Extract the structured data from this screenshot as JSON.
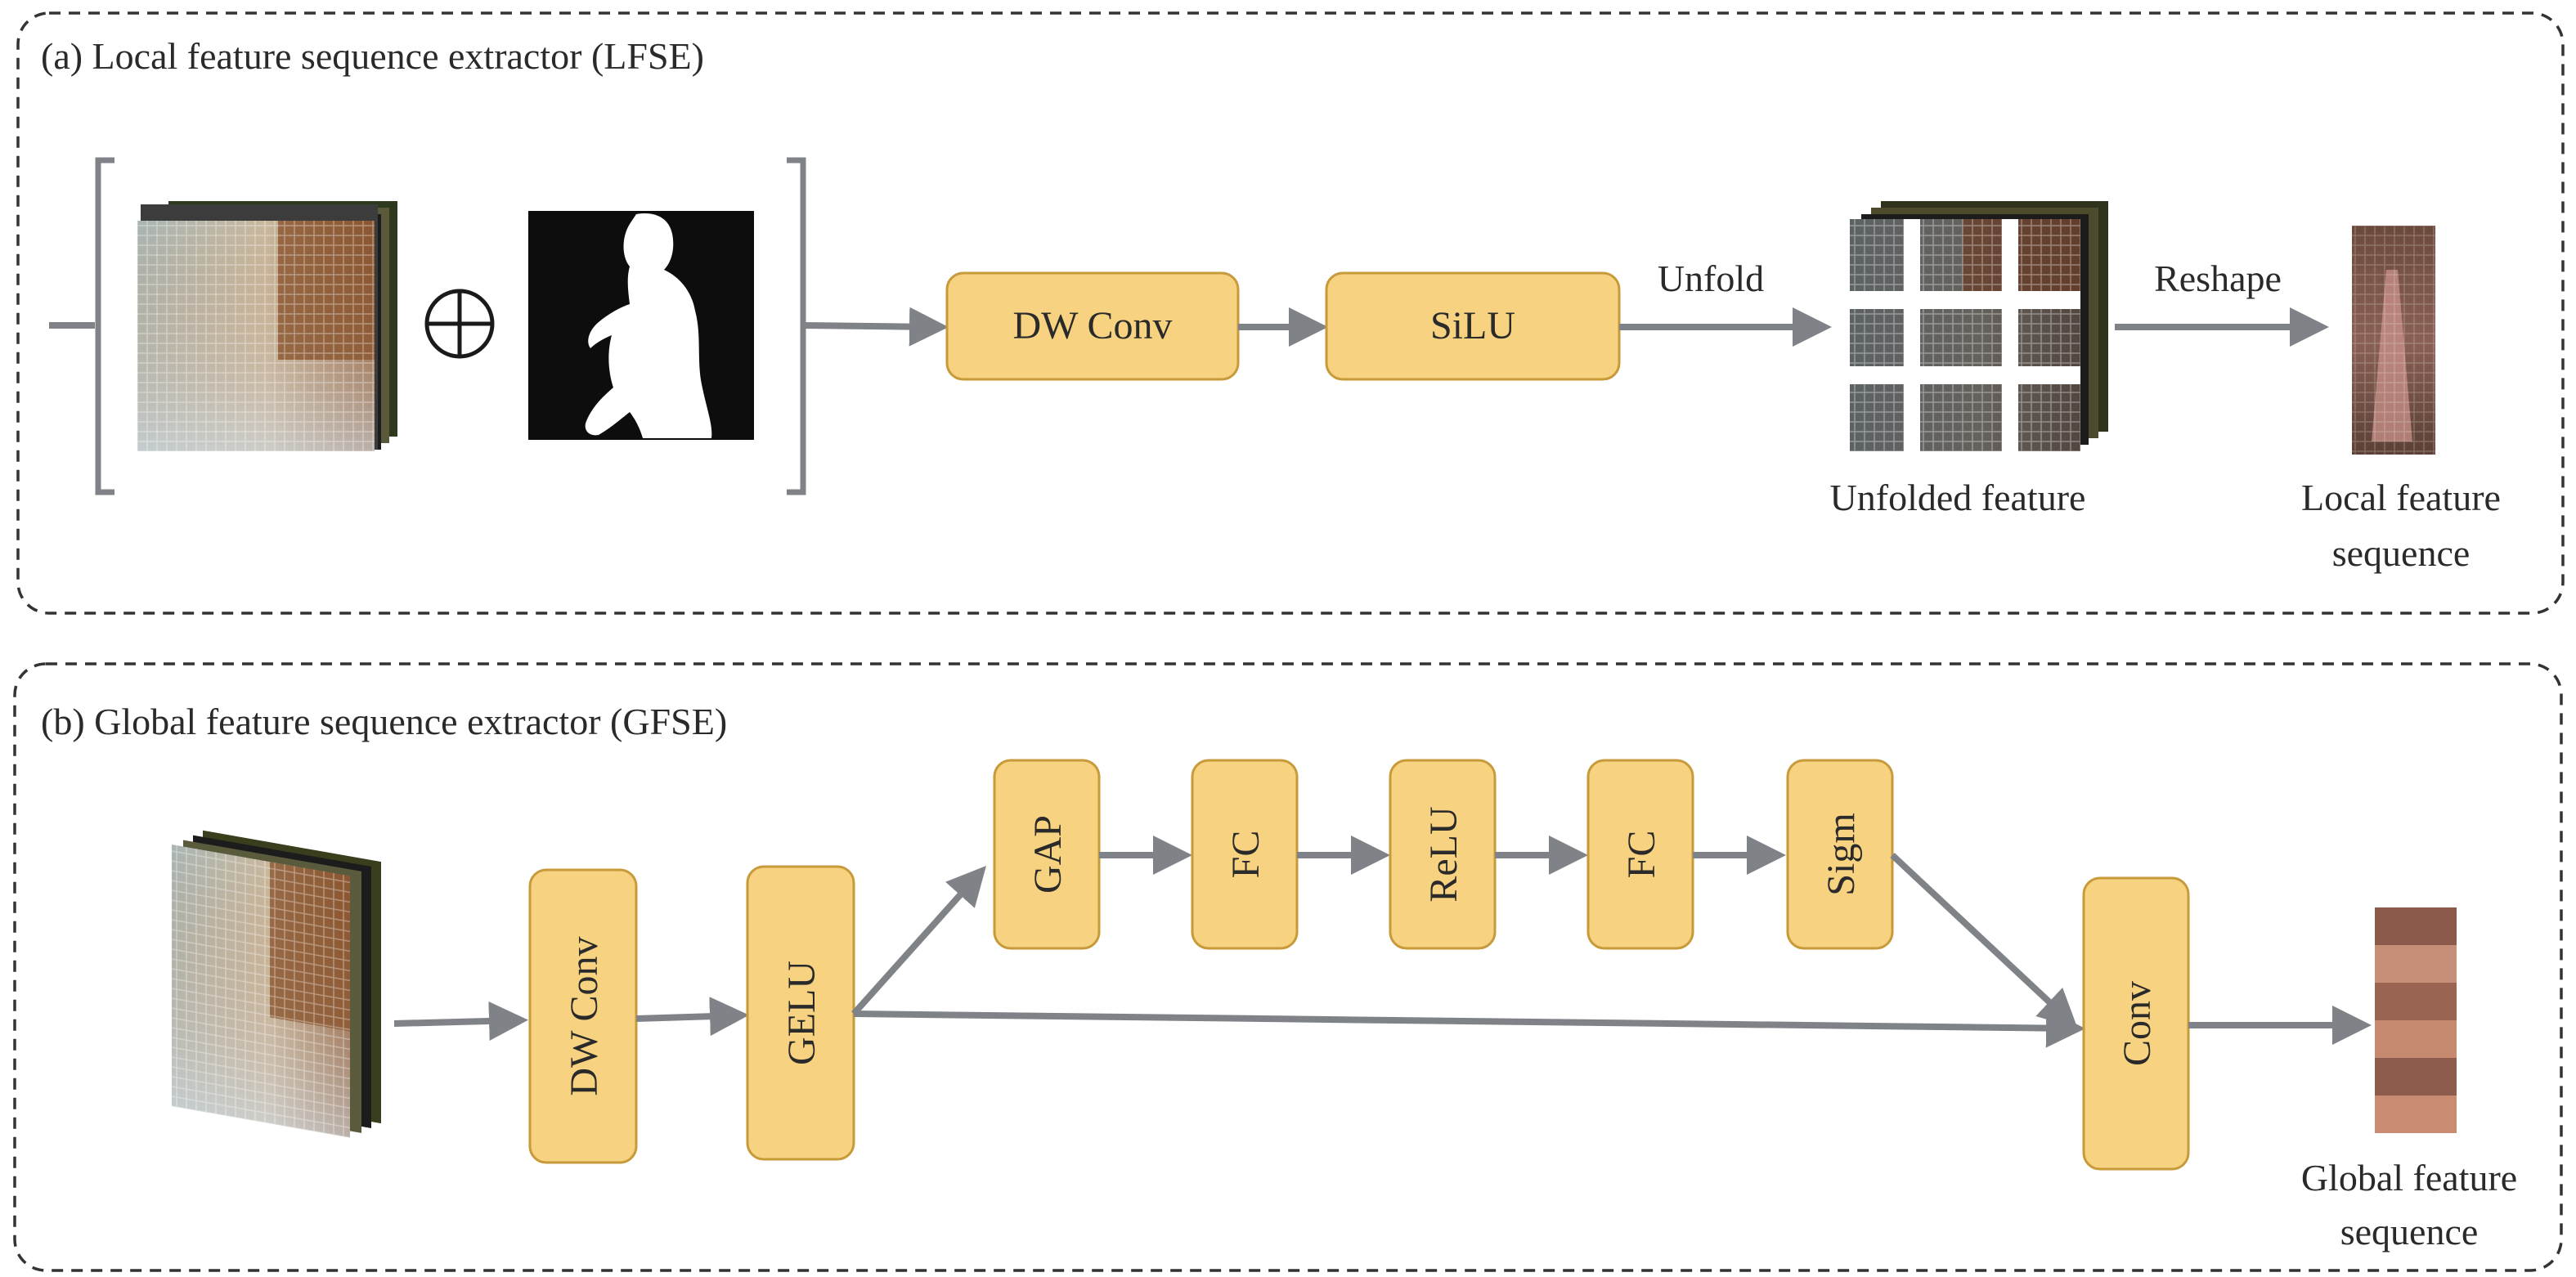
{
  "panel_a": {
    "title": "(a) Local feature sequence extractor (LFSE)",
    "boxes": {
      "dw_conv": "DW Conv",
      "silu": "SiLU"
    },
    "arrow_labels": {
      "unfold": "Unfold",
      "reshape": "Reshape"
    },
    "operator_symbol": "⊕",
    "captions": {
      "unfolded_feature": "Unfolded feature",
      "local_seq_line1": "Local feature",
      "local_seq_line2": "sequence"
    }
  },
  "panel_b": {
    "title": "(b) Global feature sequence extractor (GFSE)",
    "boxes": {
      "dw_conv": "DW Conv",
      "gelu": "GELU",
      "gap": "GAP",
      "fc1": "FC",
      "relu": "ReLU",
      "fc2": "FC",
      "sigm": "Sigm",
      "conv": "Conv"
    },
    "captions": {
      "global_seq_line1": "Global feature",
      "global_seq_line2": "sequence"
    }
  },
  "colors": {
    "block_fill": "#f7d280",
    "block_border": "#c79a3a",
    "arrow": "#7f8388",
    "panel_border": "#333333"
  }
}
